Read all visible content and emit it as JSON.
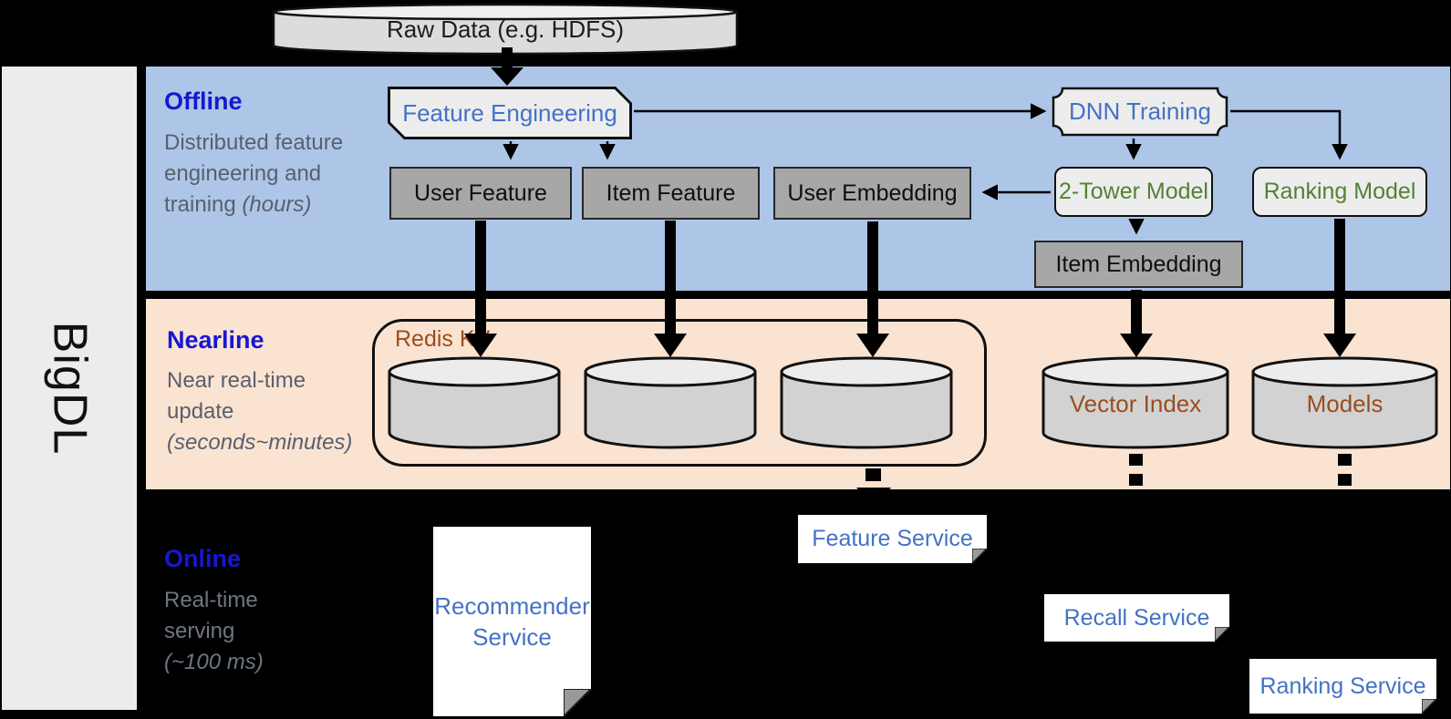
{
  "brand": {
    "label": "BigDL"
  },
  "datastore": {
    "raw_data_label": "Raw Data (e.g. HDFS)"
  },
  "bands": {
    "offline": {
      "title": "Offline",
      "desc": "Distributed feature engineering and training",
      "desc_italic": "(hours)"
    },
    "nearline": {
      "title": "Nearline",
      "desc": "Near real-time update",
      "desc_italic": "(seconds~minutes)"
    },
    "online": {
      "title": "Online",
      "desc": "Real-time serving",
      "desc_italic": "(~100 ms)"
    }
  },
  "nodes": {
    "feature_engineering": {
      "label": "Feature Engineering"
    },
    "dnn_training": {
      "label": "DNN Training"
    },
    "user_feature": {
      "label": "User Feature"
    },
    "item_feature": {
      "label": "Item Feature"
    },
    "user_embedding": {
      "label": "User Embedding"
    },
    "two_tower_model": {
      "label": "2-Tower Model"
    },
    "ranking_model": {
      "label": "Ranking Model"
    },
    "item_embedding": {
      "label": "Item Embedding"
    },
    "redis_kv": {
      "label": "Redis KV"
    },
    "vector_index": {
      "label": "Vector Index"
    },
    "models": {
      "label": "Models"
    },
    "feature_service": {
      "label": "Feature Service"
    },
    "recommender_service": {
      "label": "Recommender Service"
    },
    "recall_service": {
      "label": "Recall Service"
    },
    "ranking_service": {
      "label": "Ranking Service"
    }
  },
  "colors": {
    "offline_band": "#adc6e8",
    "nearline_band": "#fbe3d2",
    "background": "#000000",
    "sidebar": "#ececec",
    "section_title_blue": "#1717d0",
    "desc_gray": "#57606e",
    "node_text_blue": "#4472c4",
    "node_text_green": "#538135",
    "node_text_brown": "#9a4d1e",
    "gray_box_fill": "#a7a7a7",
    "light_box_fill": "#ededed",
    "cylinder_fill": "#d2d2d2"
  }
}
